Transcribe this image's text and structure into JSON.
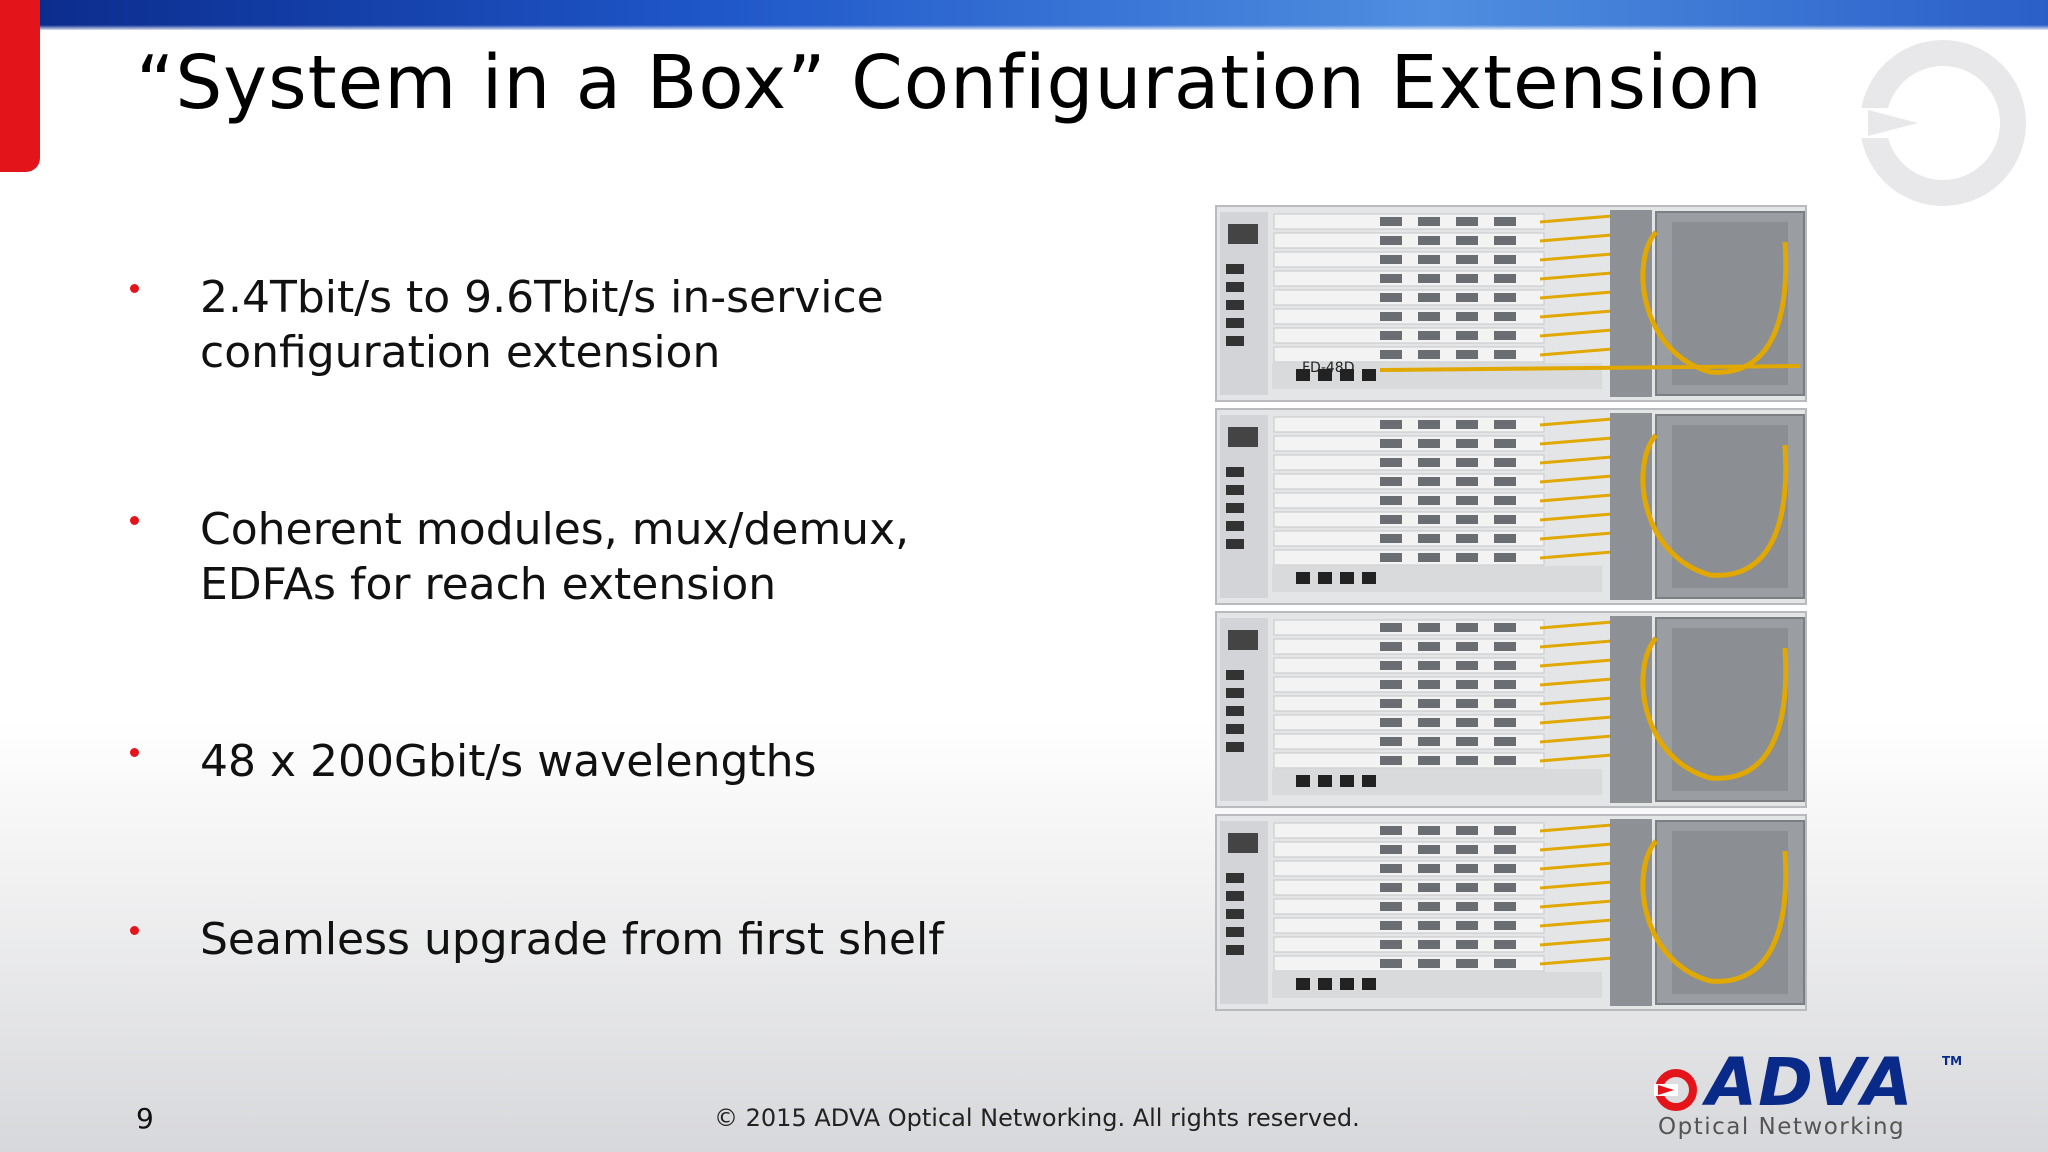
{
  "slide": {
    "title": "“System in a Box” Configuration Extension",
    "bullets": [
      {
        "lines": [
          "2.4Tbit/s to 9.6Tbit/s in-service",
          "configuration extension"
        ]
      },
      {
        "lines": [
          "Coherent modules, mux/demux,",
          "EDFAs for reach extension"
        ]
      },
      {
        "lines": [
          "48 x 200Gbit/s wavelengths"
        ]
      },
      {
        "lines": [
          "Seamless upgrade from first shelf"
        ]
      }
    ],
    "page_number": "9",
    "footer": "© 2015 ADVA Optical Networking. All rights reserved."
  },
  "image": {
    "shelf_label": "FD-48D",
    "shelf_count": 4,
    "fiber_color": "#e0a800"
  },
  "logo": {
    "name": "ADVA",
    "trademark": "TM",
    "subtitle": "Optical Networking"
  },
  "colors": {
    "accent_red": "#e3151b",
    "brand_blue": "#0a2a8a"
  }
}
